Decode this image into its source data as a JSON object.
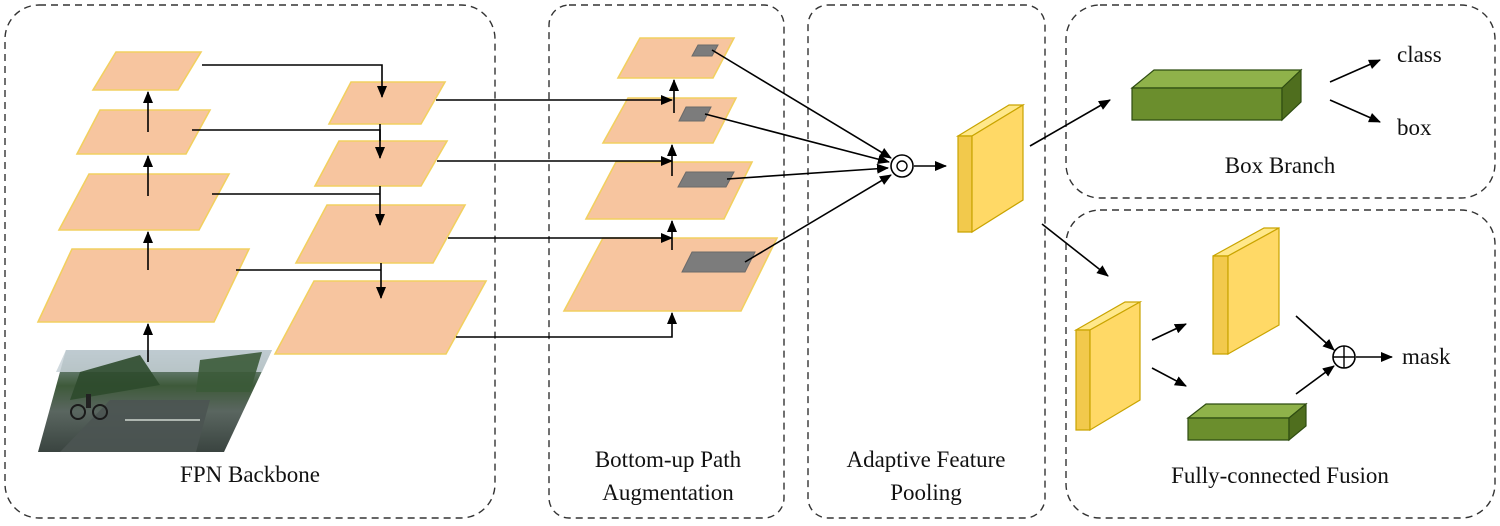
{
  "panels": {
    "fpn": "FPN Backbone",
    "bottom_up_line1": "Bottom-up Path",
    "bottom_up_line2": "Augmentation",
    "pooling_line1": "Adaptive Feature",
    "pooling_line2": "Pooling",
    "box_branch": "Box Branch",
    "fusion": "Fully-connected Fusion"
  },
  "outputs": {
    "class": "class",
    "box": "box",
    "mask": "mask"
  },
  "colors": {
    "feature_map": "#f7c59f",
    "feature_map_border": "#f2d060",
    "roi": "#7c7c7c",
    "block_yellow": "#ffd966",
    "block_green": "#6b8e2d"
  }
}
